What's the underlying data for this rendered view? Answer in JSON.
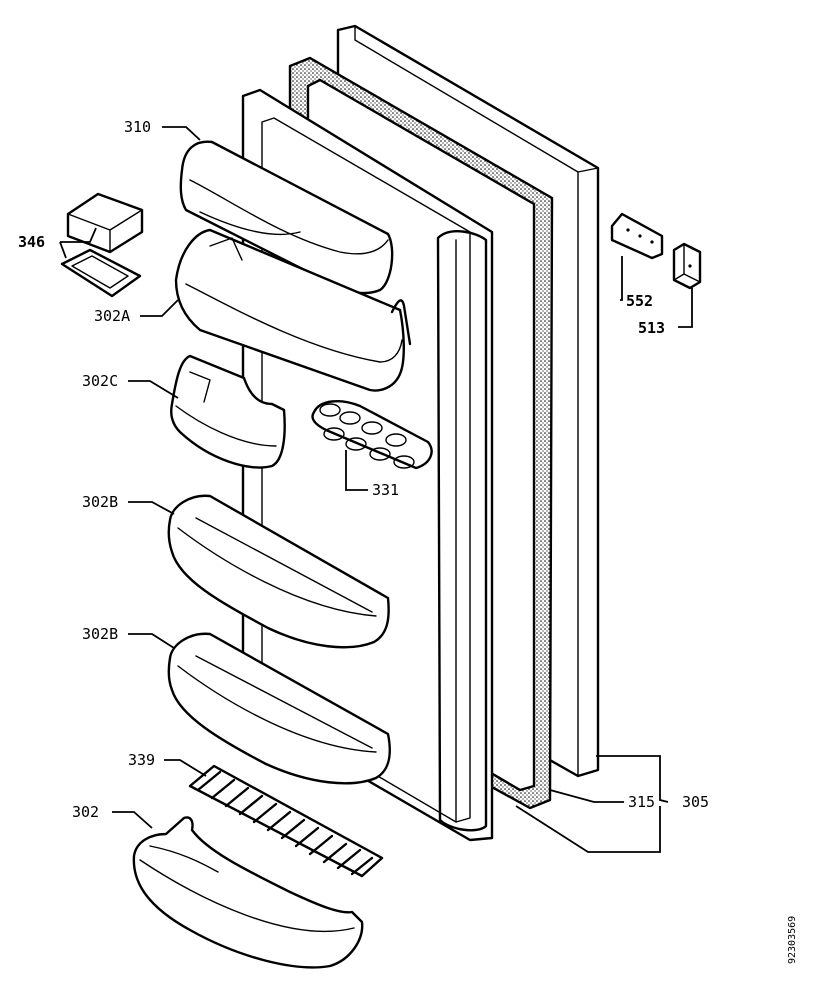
{
  "diagram": {
    "doc_id": "92303569",
    "parts": [
      {
        "id": "p310",
        "label": "310"
      },
      {
        "id": "p346",
        "label": "346"
      },
      {
        "id": "p302A",
        "label": "302A"
      },
      {
        "id": "p302C",
        "label": "302C"
      },
      {
        "id": "p302B_1",
        "label": "302B"
      },
      {
        "id": "p302B_2",
        "label": "302B"
      },
      {
        "id": "p339",
        "label": "339"
      },
      {
        "id": "p302",
        "label": "302"
      },
      {
        "id": "p331",
        "label": "331"
      },
      {
        "id": "p552",
        "label": "552"
      },
      {
        "id": "p513",
        "label": "513"
      },
      {
        "id": "p315",
        "label": "315"
      },
      {
        "id": "p305",
        "label": "305"
      }
    ]
  }
}
